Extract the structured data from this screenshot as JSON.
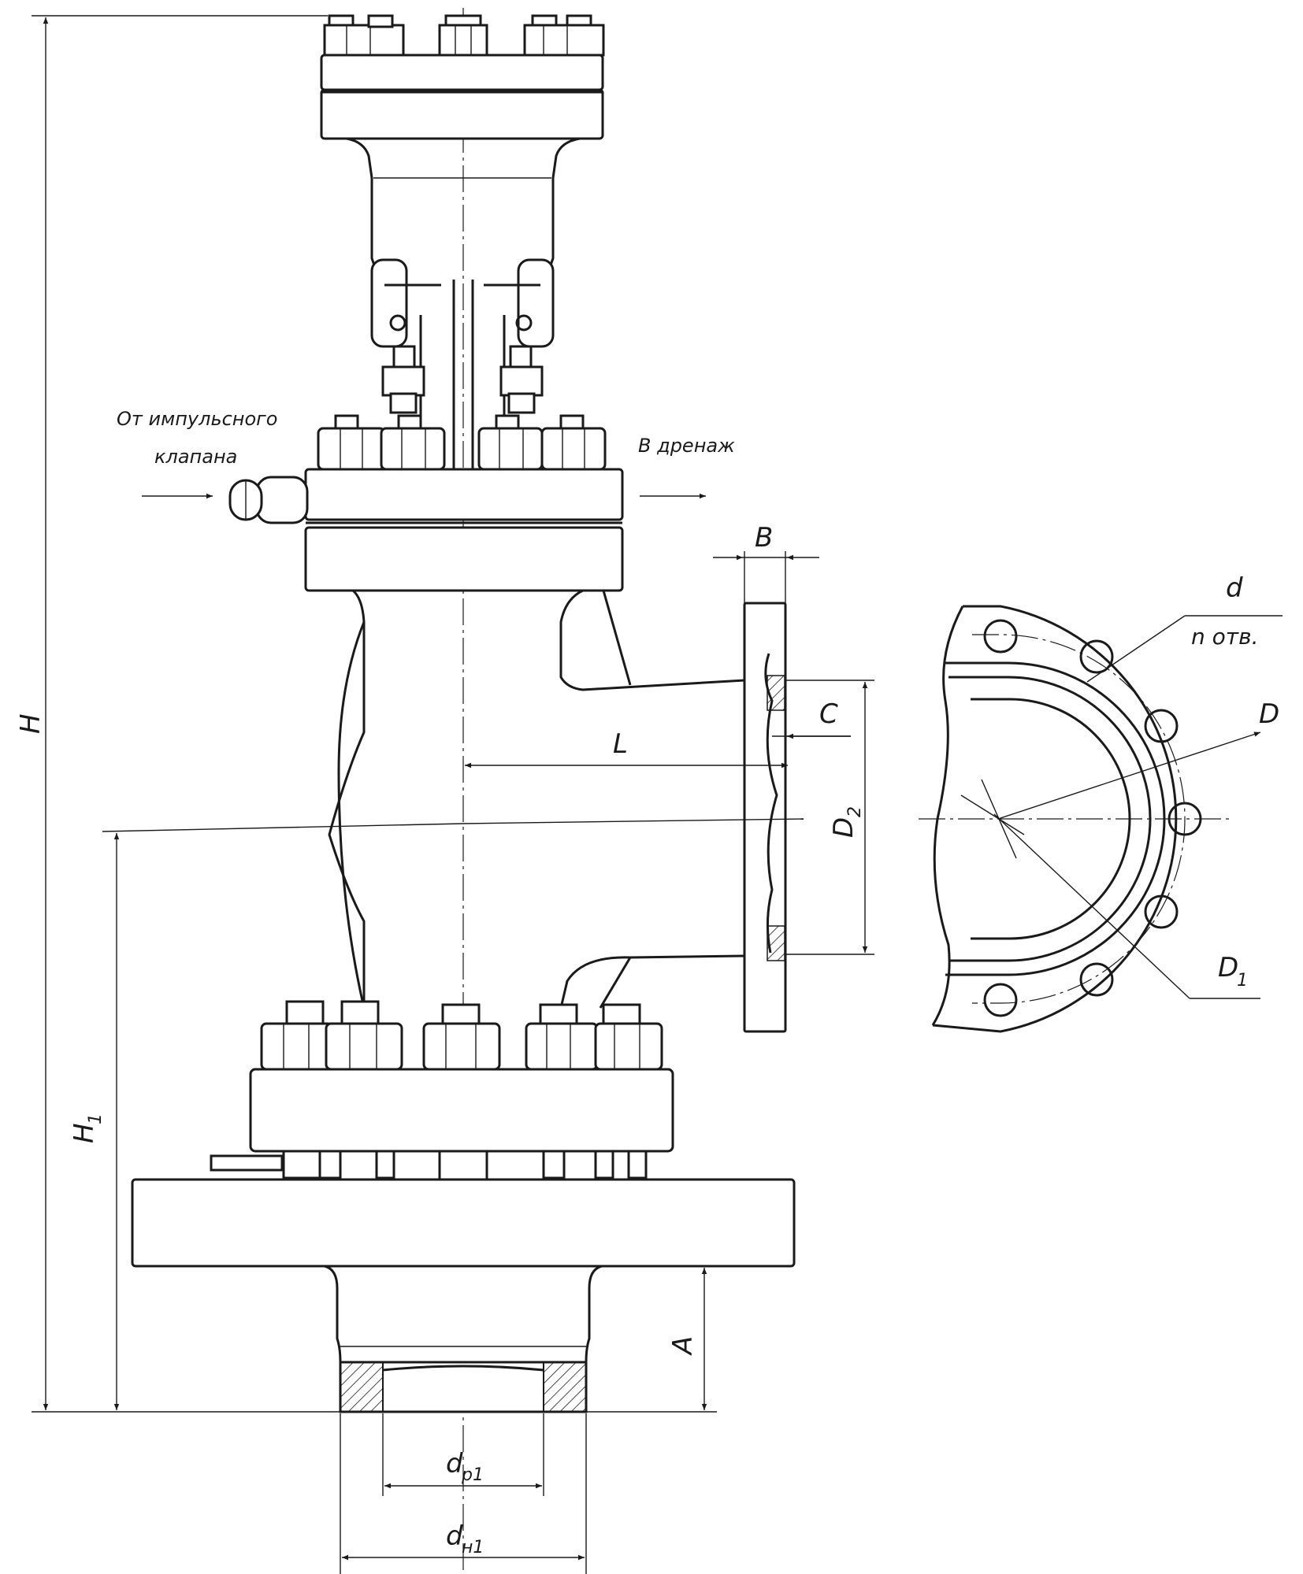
{
  "notes": {
    "from_impulse_valve_line1": "От импульсного",
    "from_impulse_valve_line2": "клапана",
    "to_drain": "В дренаж",
    "holes": "n отв."
  },
  "dimensions": {
    "H": "H",
    "H1": "H",
    "H1_sub": "1",
    "A": "A",
    "B": "B",
    "C": "C",
    "L": "L",
    "D2": "D",
    "D2_sub": "2",
    "D": "D",
    "D1": "D",
    "D1_sub": "1",
    "d": "d",
    "dp1": "d",
    "dp1_sub": "p1",
    "dn1": "d",
    "dn1_sub": "н1"
  }
}
